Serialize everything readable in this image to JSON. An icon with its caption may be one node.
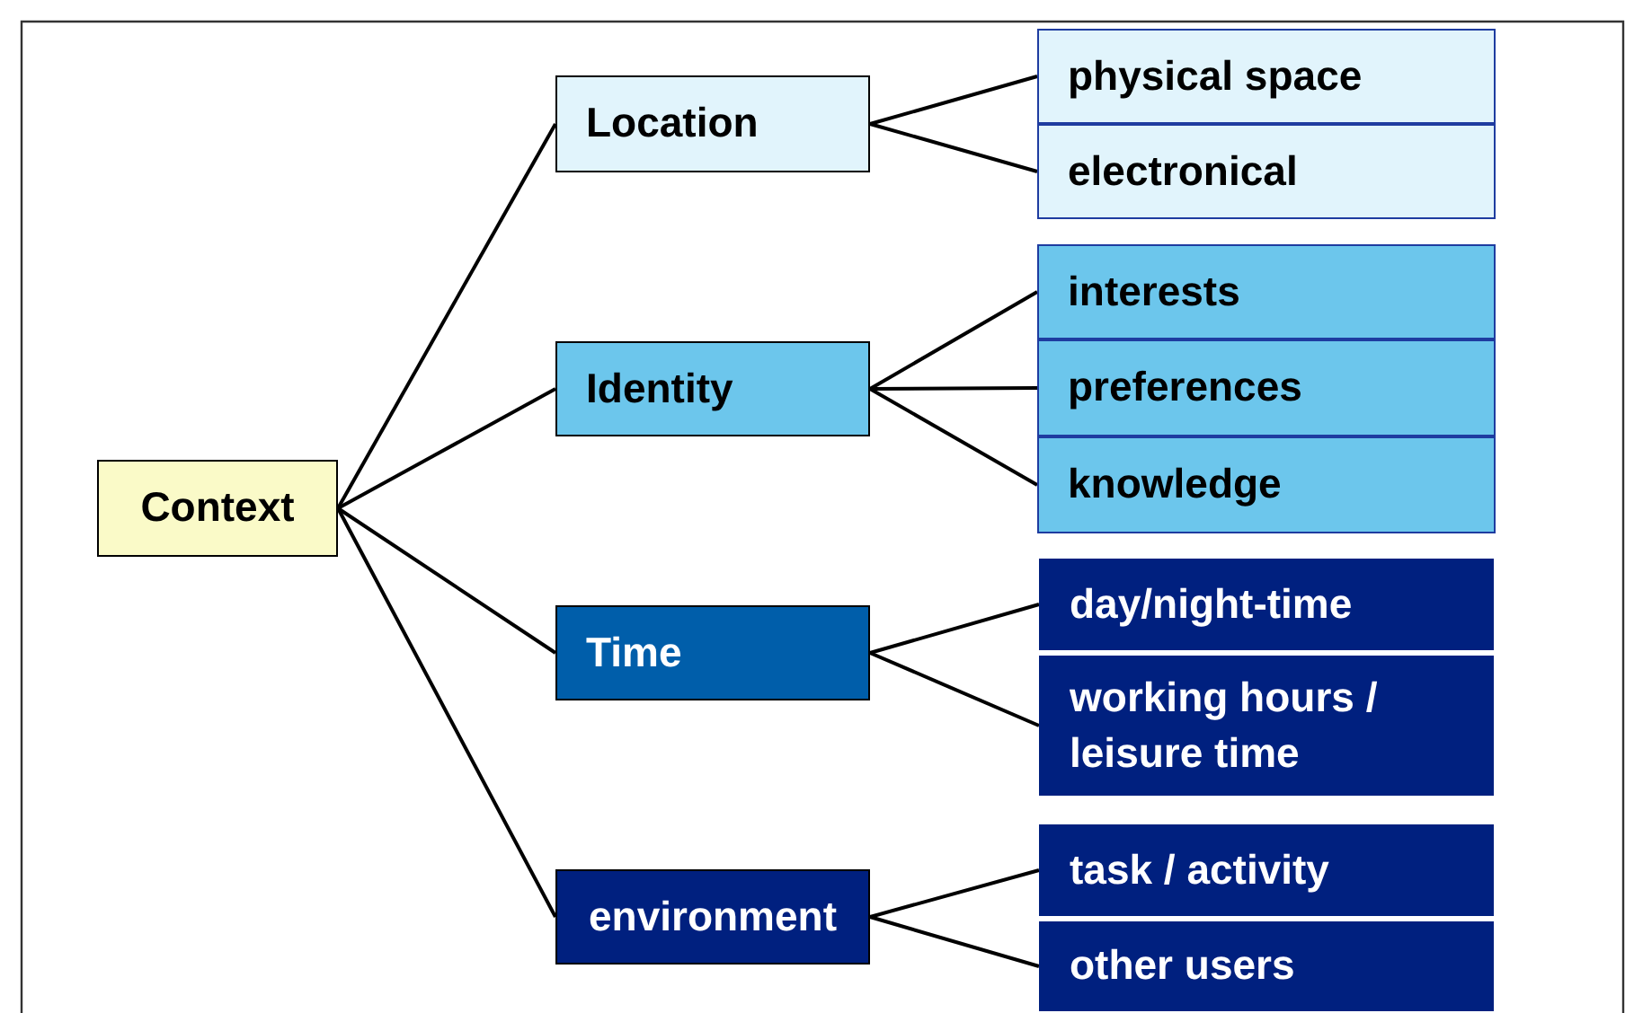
{
  "diagram": {
    "nodes": [
      {
        "text": [
          "Context"
        ]
      },
      {
        "text": [
          "Location"
        ]
      },
      {
        "text": [
          "physical space"
        ]
      },
      {
        "text": [
          "electronical"
        ]
      },
      {
        "text": [
          "Identity"
        ]
      },
      {
        "text": [
          "interests"
        ]
      },
      {
        "text": [
          "preferences"
        ]
      },
      {
        "text": [
          "knowledge"
        ]
      },
      {
        "text": [
          "Time"
        ]
      },
      {
        "text": [
          "day/night-time"
        ]
      },
      {
        "text": [
          "working hours / leisure time"
        ]
      },
      {
        "text": [
          "environment"
        ]
      },
      {
        "text": [
          "task / activity"
        ]
      },
      {
        "text": [
          "other users"
        ]
      }
    ],
    "edges": [
      {
        "from": 0,
        "to": 1,
        "arrow": "none"
      },
      {
        "from": 0,
        "to": 4,
        "arrow": "none"
      },
      {
        "from": 0,
        "to": 8,
        "arrow": "none"
      },
      {
        "from": 0,
        "to": 11,
        "arrow": "none"
      },
      {
        "from": 1,
        "to": 2,
        "arrow": "none"
      },
      {
        "from": 1,
        "to": 3,
        "arrow": "none"
      },
      {
        "from": 4,
        "to": 5,
        "arrow": "none"
      },
      {
        "from": 4,
        "to": 6,
        "arrow": "none"
      },
      {
        "from": 4,
        "to": 7,
        "arrow": "none"
      },
      {
        "from": 8,
        "to": 9,
        "arrow": "none"
      },
      {
        "from": 8,
        "to": 10,
        "arrow": "none"
      },
      {
        "from": 11,
        "to": 12,
        "arrow": "none"
      },
      {
        "from": 11,
        "to": 13,
        "arrow": "none"
      }
    ]
  }
}
